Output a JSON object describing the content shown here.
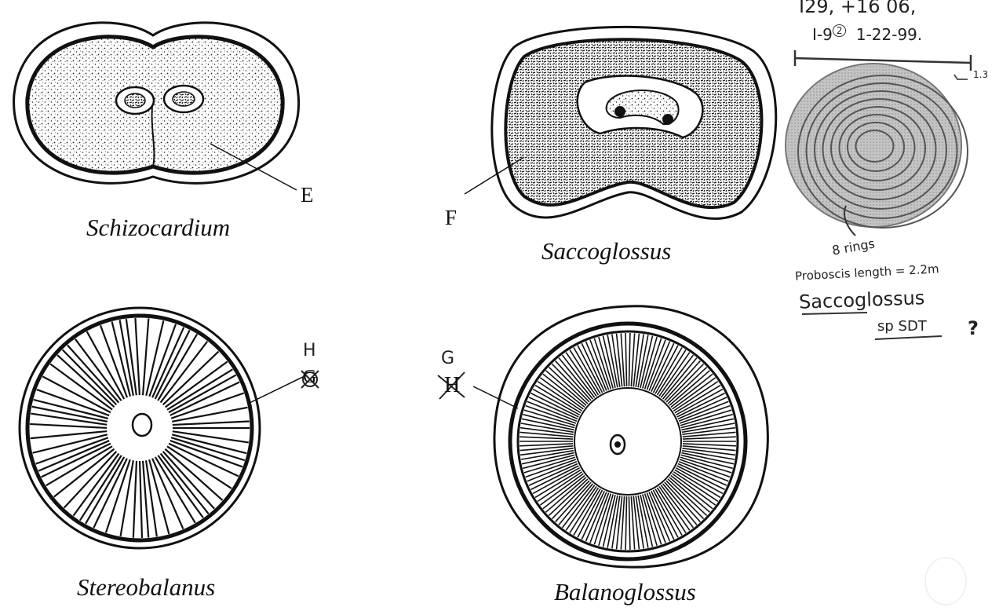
{
  "figures": [
    {
      "id": "schizocardium",
      "caption": "Schizocardium",
      "label": "E"
    },
    {
      "id": "saccoglossus",
      "caption": "Saccoglossus",
      "label": "F"
    },
    {
      "id": "stereobalanus",
      "caption": "Stereobalanus",
      "label_struck": "G",
      "label_written": "H"
    },
    {
      "id": "balanoglossus",
      "caption": "Balanoglossus",
      "label_struck": "H",
      "label_written": "G"
    }
  ],
  "annotations": {
    "line1": "I29, +16 06,",
    "line2": "I-9",
    "line2_circled": "2",
    "line2_date": "1-22-99.",
    "scale_label": "1.3",
    "rings": "8 rings",
    "proboscis": "Proboscis length = 2.2m",
    "genus": "Saccoglossus",
    "species": "sp SDT",
    "query": "?"
  },
  "colors": {
    "ink": "#111111",
    "pencil": "#333333",
    "grey_fill": "#b8b8b8"
  }
}
